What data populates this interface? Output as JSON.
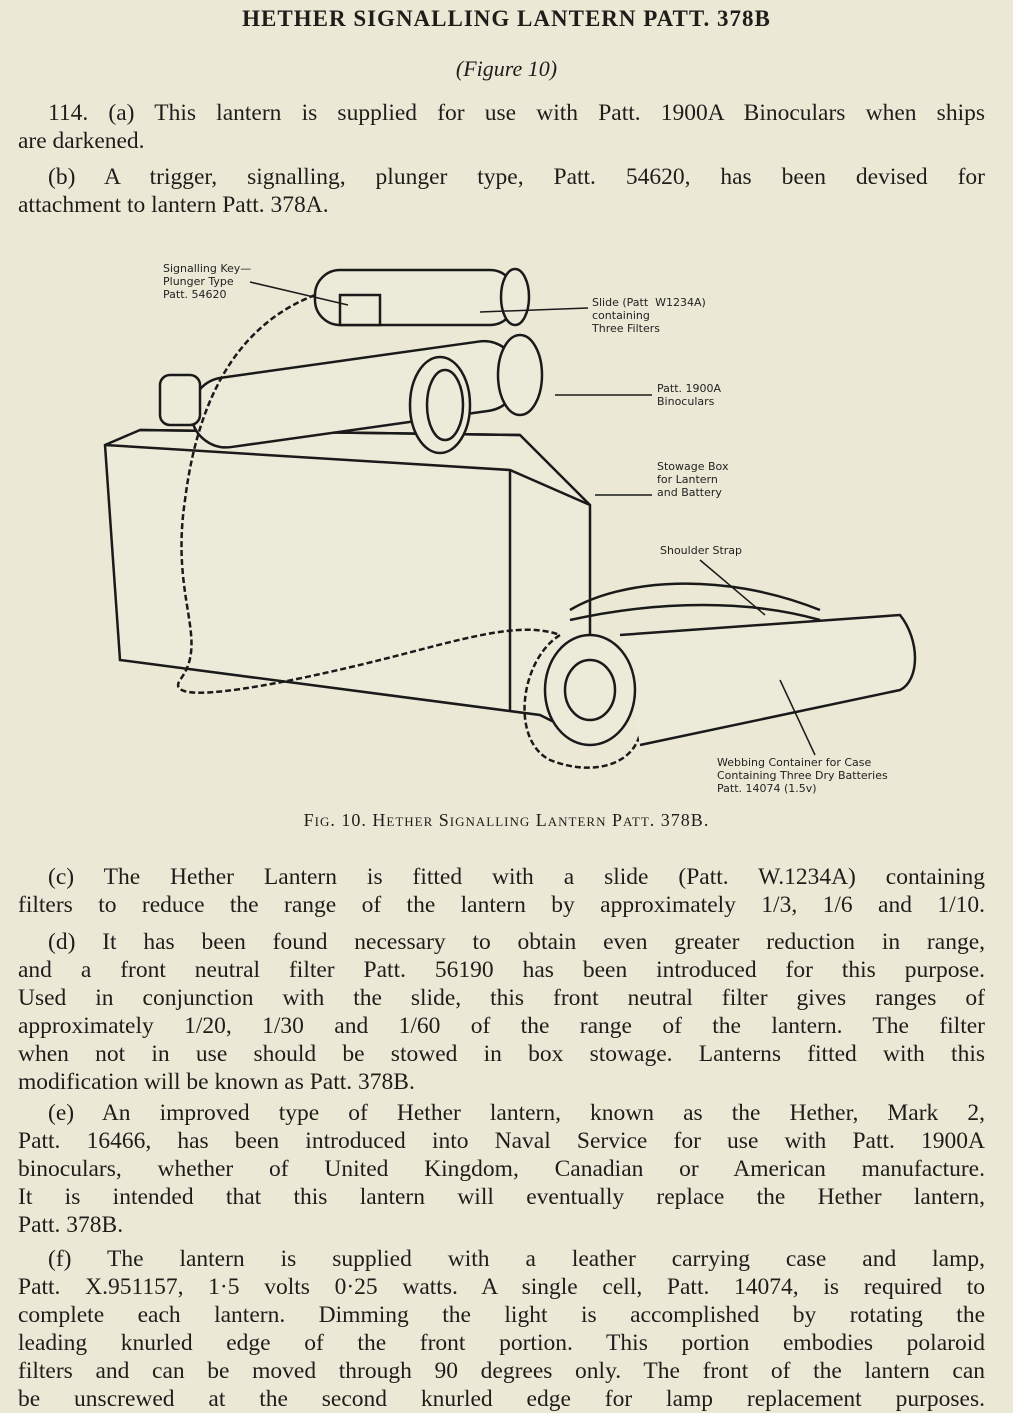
{
  "title": "HETHER SIGNALLING LANTERN PATT. 378B",
  "subtitle": "(Figure 10)",
  "paragraphs": {
    "p114": [
      "114. (a) This lantern is supplied for use with Patt. 1900A Binoculars when ships",
      "are darkened."
    ],
    "b": [
      "(b) A trigger, signalling, plunger type, Patt. 54620, has been devised for",
      "attachment to lantern Patt. 378A."
    ],
    "c": [
      "(c) The Hether Lantern is fitted with a slide (Patt. W.1234A) containing",
      "filters to reduce the range of the lantern by approximately 1/3, 1/6 and 1/10."
    ],
    "d": [
      "(d) It has been found necessary to obtain even greater reduction in range,",
      "and a front neutral filter Patt. 56190 has been introduced for this purpose.",
      "Used in conjunction with the slide, this front neutral filter gives ranges of",
      "approximately 1/20, 1/30 and 1/60 of the range of the lantern.  The filter",
      "when not in use should be stowed in box stowage.  Lanterns fitted with this",
      "modification will be known as Patt. 378B."
    ],
    "e": [
      "(e) An improved type of Hether lantern, known as the Hether, Mark 2,",
      "Patt. 16466, has been introduced into Naval Service for use with Patt. 1900A",
      "binoculars, whether of United Kingdom, Canadian or American manufacture.",
      "It is intended that this lantern will eventually replace the Hether lantern,",
      "Patt. 378B."
    ],
    "f": [
      "(f) The lantern is supplied with a leather carrying case and lamp,",
      "Patt. X.951157, 1·5 volts 0·25 watts.  A single cell, Patt. 14074, is required to",
      "complete each lantern.  Dimming the light is accomplished by rotating the",
      "leading knurled edge of the front portion.  This portion embodies polaroid",
      "filters and can be moved through 90 degrees only.  The front of the lantern can",
      "be unscrewed at the second knurled edge for lamp replacement purposes."
    ]
  },
  "figure": {
    "labels": {
      "key": "Signalling Key—\nPlunger Type\nPatt. 54620",
      "slide": "Slide (Patt  W1234A)\ncontaining\nThree Filters",
      "binoculars": "Patt. 1900A\nBinoculars",
      "box": "Stowage Box\nfor Lantern\nand Battery",
      "strap": "Shoulder Strap",
      "container": "Webbing Container for Case\nContaining Three Dry Batteries\nPatt. 14074 (1.5v)"
    },
    "caption": "Fig. 10.   Hether Signalling Lantern Patt. 378B."
  }
}
